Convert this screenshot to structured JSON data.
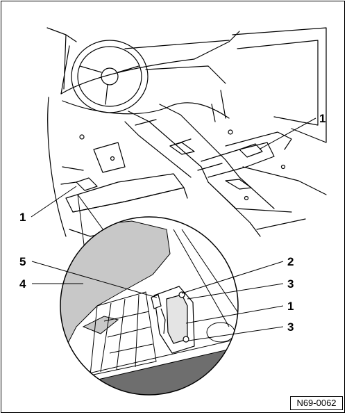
{
  "figure_ref": "N69-0062",
  "callouts": {
    "top_right": "1",
    "top_left": "1",
    "detail_5": "5",
    "detail_4": "4",
    "detail_2": "2",
    "detail_3_upper": "3",
    "detail_1": "1",
    "detail_3_lower": "3"
  },
  "colors": {
    "line": "#000000",
    "shade_light": "#c8c8c8",
    "shade_dark": "#6e6e6e",
    "background": "#ffffff"
  }
}
